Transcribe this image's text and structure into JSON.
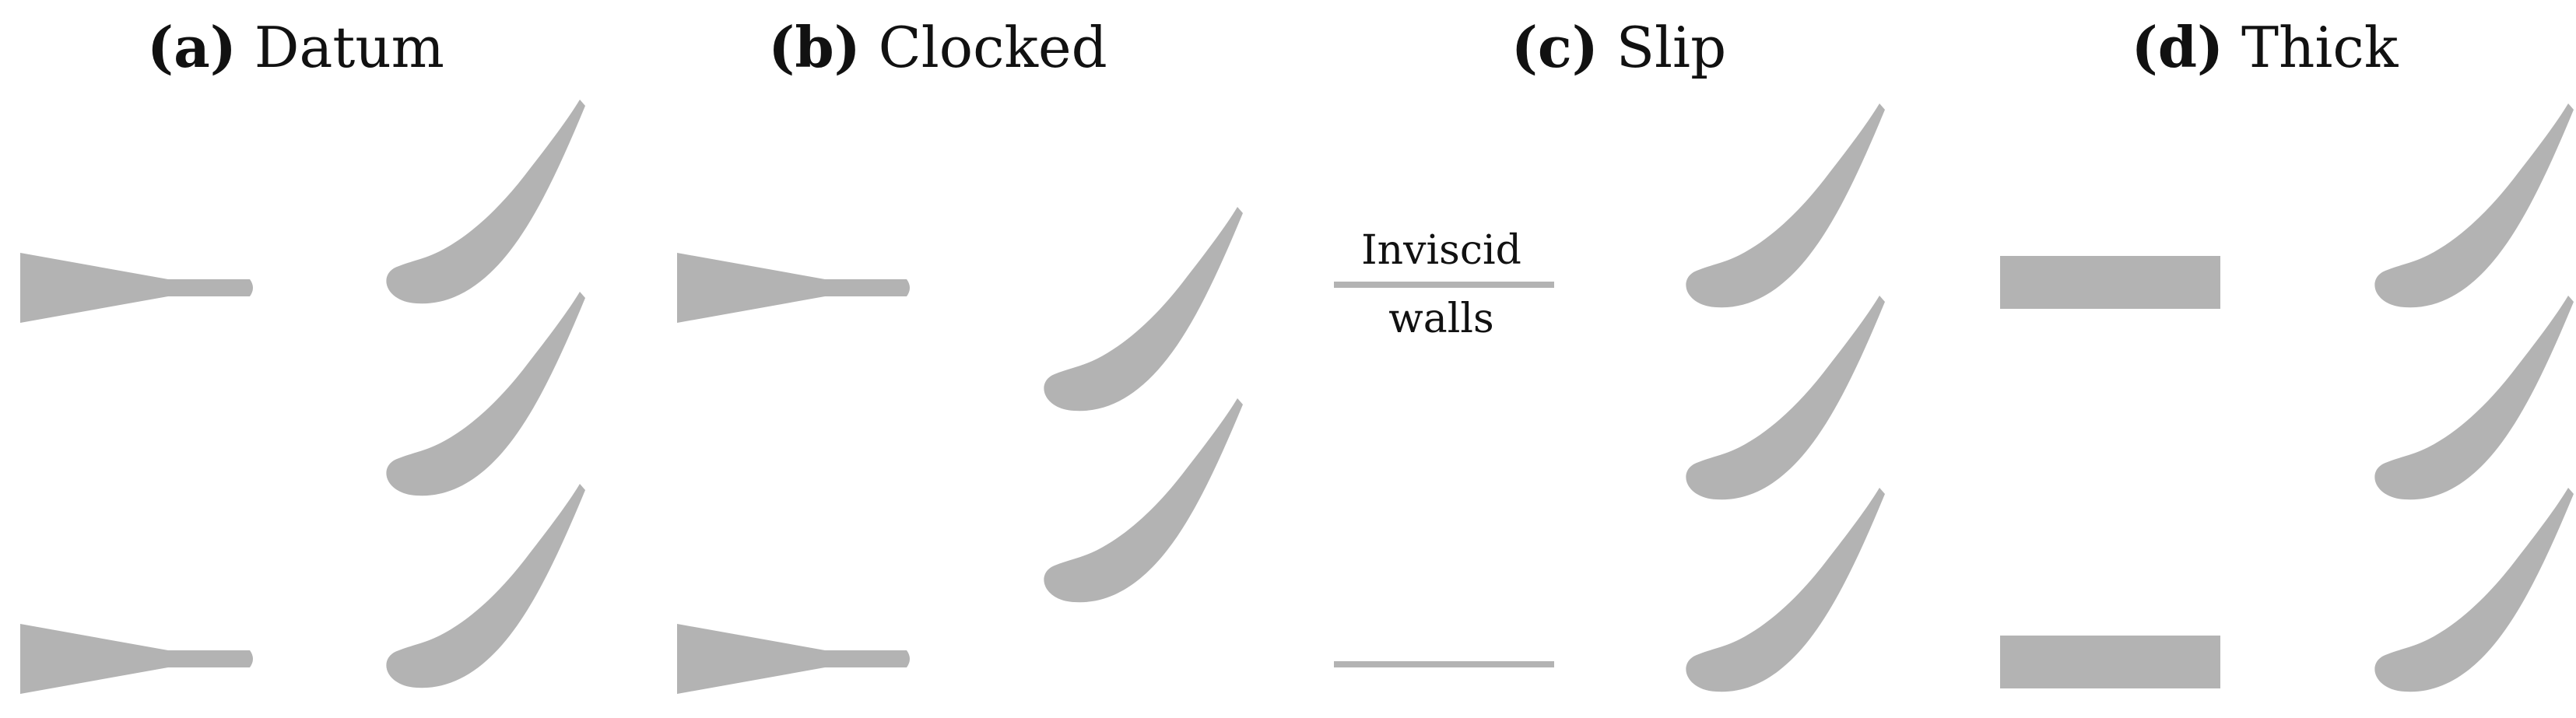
{
  "panels": [
    {
      "tag": "(a)",
      "name": "Datum"
    },
    {
      "tag": "(b)",
      "name": "Clocked"
    },
    {
      "tag": "(c)",
      "name": "Slip"
    },
    {
      "tag": "(d)",
      "name": "Thick"
    }
  ],
  "annotation": {
    "top": "Inviscid",
    "bottom": "walls"
  },
  "colors": {
    "shape_fill": "#b3b3b3",
    "text": "#111111",
    "background": "#ffffff"
  }
}
